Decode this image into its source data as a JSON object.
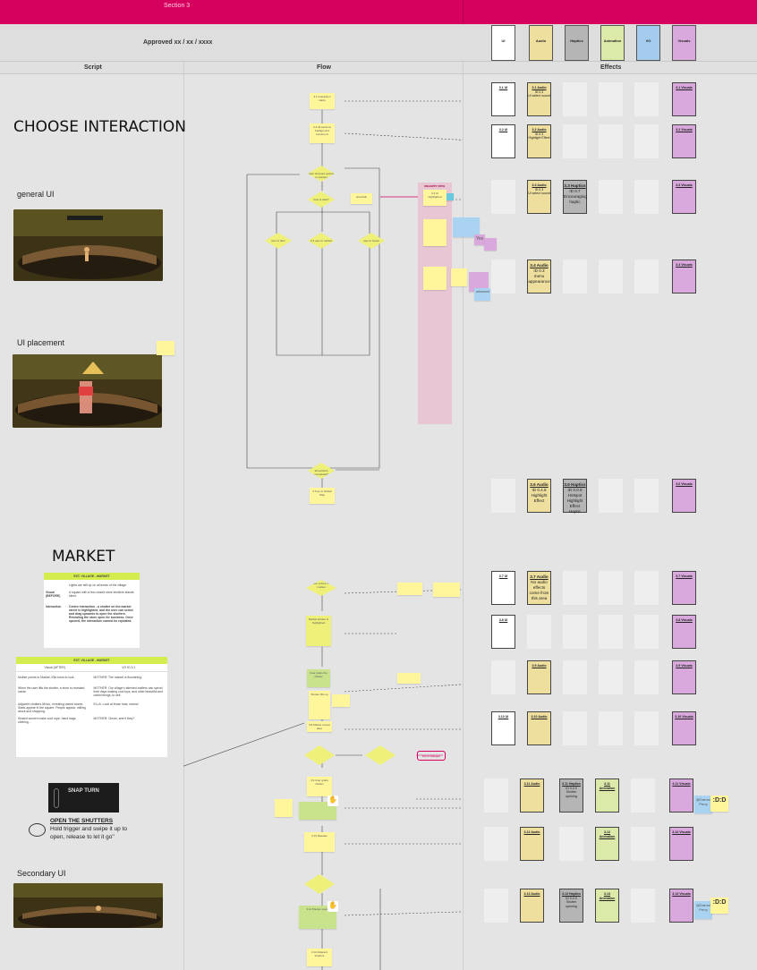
{
  "header": {
    "section_label": "Section 3",
    "approved": "Approved xx / xx / xxxx"
  },
  "legend": [
    {
      "label": "UI",
      "color": "#ffffff"
    },
    {
      "label": "Audio",
      "color": "#eedf9e"
    },
    {
      "label": "Haptics",
      "color": "#b5b5b5"
    },
    {
      "label": "Animation",
      "color": "#dceaa9"
    },
    {
      "label": "VO",
      "color": "#a4ccee"
    },
    {
      "label": "Visuals",
      "color": "#d9a8dc"
    }
  ],
  "columns": {
    "script": "Script",
    "flow": "Flow",
    "effects": "Effects"
  },
  "script": {
    "choose_title": "CHOOSE INTERACTION",
    "general_ui": "general UI",
    "ui_placement": "UI placement",
    "market_title": "MARKET",
    "table1_header": "EXT. VILLAGE - MARKET",
    "table1_line1": "Lights are still up on all areas of the village.",
    "table1_visual_label": "Visual (BEFORE)",
    "table1_visual": "A square with a few closed store shutters stands silent.",
    "table1_interaction_label": "Interaction",
    "table1_interaction": "Centre interaction - a shutter on the market street is highlighted, and the user can select and drag upwards to open the shutters. Revealing the store open for business. Once opened, the interaction cannot be repeated.",
    "table2_header": "EXT. VILLAGE - MARKET",
    "table2_col1": "Visual (AFTER)",
    "table2_col2": "VO ID 3.1",
    "table2_row1a": "Mother points to Market, Ella turns to look.",
    "table2_row1b": "MOTHER: The market is flourishing.",
    "table2_row2a": "When the user lifts the shutter, a store is revealed inside.",
    "table2_row2b": "MOTHER: Our village's talented crafters can spend their days making cool toys, and other beautiful and useful things, to sell.",
    "table2_row3a": "Adjacent shutters lift too, revealing varied stores. Stalls appear in the square. People appear, milling about and shopping.",
    "table2_row3b": "ELLA: Look at those hats, mama!",
    "table2_row4a": "Seated women make cool rope, hand bags, clothing...",
    "table2_row4b": "MOTHER: Clever, aren't they?",
    "snap_turn": "SNAP TURN",
    "open_shutters_title": "OPEN THE SHUTTERS",
    "open_shutters_desc": "Hold trigger and swipe it up to open, release to let it go\"",
    "secondary_ui": "Secondary UI"
  },
  "flow": {
    "n1": "3.1 Interaction starts",
    "n2": "3.2 All sections background become lit",
    "n3": "User chooses section to interact",
    "n4": "how to start?",
    "n5": "3.3 user to market",
    "n6": "user to farm",
    "n7": "user to house",
    "n8": "uncertain",
    "happy_path": "UNHAPPY PATH",
    "n9": "3.3 UI Highlighted",
    "n10": "all sections completed?",
    "n11": "3.6 go to Global Map",
    "n12": "User enters the market",
    "n13": "Market shutter is highlighted",
    "n14": "User grabs the shutter",
    "n15": "Shutter lifts up",
    "n16": "3.8 Market comes alive",
    "n17": "3.9 User grabs shutter",
    "n18": "3.10 Release",
    "n19": "3.11 Shutter opens",
    "n20": "3.12 Adjacent shutters",
    "link_label": "link to dialogue",
    "yes": "YES",
    "no": "NO",
    "advanced": "advanced"
  },
  "effects": [
    {
      "ui": "3.1 UI",
      "audio": "3.1 Audio\nID 0.3\nUI select sound",
      "visual": "3.1 Visuals"
    },
    {
      "ui": "3.2 UI",
      "audio": "3.2 Audio\nID 0.3\nHighlight Effect",
      "visual": "3.2 Visuals"
    },
    {
      "audio": "3.3 Audio\nID 0.3\nUI select sound",
      "haptic": "3.3 Haptics\nID 0.7\nEncouraging haptic",
      "visual": "3.3 Visuals"
    },
    {
      "audio": "3.4 Audio\nID 0.3\nmenu appearance",
      "visual": "3.4 Visuals"
    },
    {
      "audio": "3.6 Audio\nID 0.4.8\nHighlight Effect",
      "haptic": "3.6 Haptics\nID 0.0.8\nHotspot Highlight Effect Haptic",
      "visual": "3.6 Visuals"
    },
    {
      "ui": "3.7 UI",
      "audio": "3.7 Audio\nNo audio effects come from this area",
      "visual": "3.7 Visuals"
    },
    {
      "ui": "3.8 UI",
      "visual": "3.8 Visuals"
    },
    {
      "audio": "3.9 Audio",
      "visual": "3.9 Visuals"
    },
    {
      "ui": "3.10 UI",
      "audio": "3.10 Audio",
      "visual": "3.10 Visuals"
    },
    {
      "audio": "3.11 Audio",
      "haptic": "3.11 Haptics\nID 0.0.9\nShutter opening",
      "anim": "3.11 Animation",
      "visual": "3.11 Visuals"
    },
    {
      "audio": "3.12 Audio",
      "anim": "3.12 Animation",
      "visual": "3.12 Visuals"
    },
    {
      "audio": "3.13 Audio",
      "haptic": "3.13 Haptics\nID 0.0.9\nShutter opening",
      "anim": "3.13 Animation",
      "visual": "3.13 Visuals"
    }
  ],
  "sticky_tags": [
    {
      "text": ":D:D"
    },
    {
      "text": "@Darren Perry"
    },
    {
      "text": ":D:D"
    },
    {
      "text": "@Darren Perry"
    },
    {
      "text": "Yes"
    }
  ],
  "audio_big": {
    "a1_title": "3.4 Audio",
    "a1_body": "ID 0.3 menu appearance",
    "a2_title": "3.6 Audio",
    "a2_body": "ID 0.4.8 Highlight Effect",
    "a3_title": "3.7 Audio",
    "a3_body": "No audio effects come from this area",
    "h1_title": "3.3 Haptics",
    "h1_body": "ID 0.7 Encouraging haptic",
    "h2_title": "3.6 Haptics",
    "h2_body": "ID 0.0.8 Hotspot Highlight Effect Haptic"
  }
}
